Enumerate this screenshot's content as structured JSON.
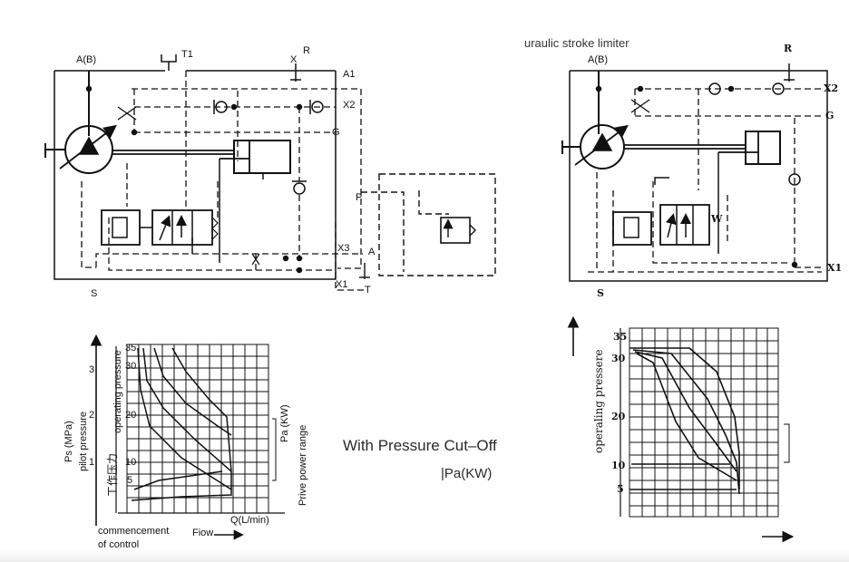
{
  "top_cut_text": "uraulic stroke limiter",
  "left_circuit": {
    "labels": {
      "ab": "A(B)",
      "t1": "T1",
      "x": "X",
      "r": "R",
      "a1": "A1",
      "x2": "X2",
      "g": "G",
      "p": "P",
      "x3": "X3",
      "a": "A",
      "x1": "X1",
      "t": "T",
      "s": "S"
    }
  },
  "right_circuit": {
    "labels": {
      "ab": "A(B)",
      "r": "R",
      "x2": "X2",
      "g": "G",
      "w": "W",
      "x1": "X1",
      "s": "S"
    }
  },
  "left_chart": {
    "pilot_ticks": [
      "3",
      "2",
      "1"
    ],
    "op_ticks": [
      "35",
      "30",
      "20",
      "10",
      "5"
    ],
    "ps_label": "Ps (MPa)",
    "pilot_label": "pilot pressure",
    "op_label": "operating pressure",
    "cjk_label": "工作压力",
    "pa_label": "Pa  (KW)",
    "prive_label": "Prive power range",
    "q_label": "Q(L/min)",
    "flow_label": "Fiow",
    "commencement_label": "commencement",
    "control_label": "of control"
  },
  "right_chart": {
    "op_ticks": [
      "35",
      "30",
      "20",
      "10",
      "5"
    ],
    "op_label": "operaling pressere"
  },
  "middle_text": {
    "cutoff": "With Pressure Cut–Off",
    "pa": "|Pa(KW)"
  }
}
